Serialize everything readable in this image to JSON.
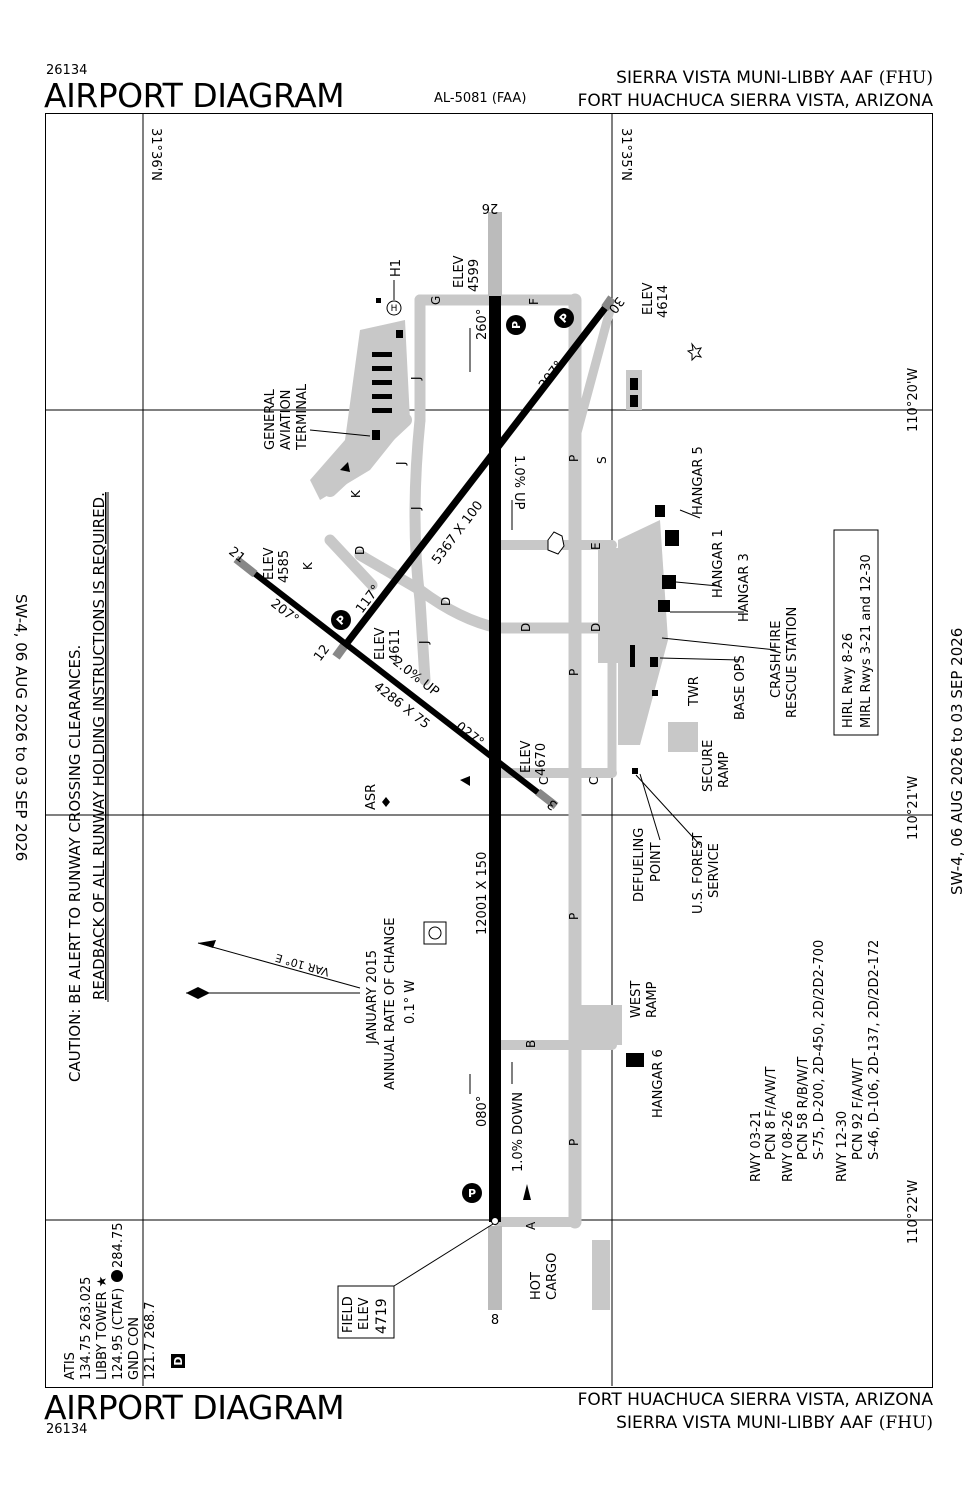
{
  "header": {
    "procedure_number": "26134",
    "title": "AIRPORT DIAGRAM",
    "chart_id": "AL-5081 (FAA)",
    "airport_name": "SIERRA VISTA MUNI-LIBBY AAF",
    "airport_ident": "(FHU)",
    "city_state": "FORT HUACHUCA SIERRA VISTA, ARIZONA"
  },
  "footer": {
    "procedure_number": "26134",
    "title": "AIRPORT DIAGRAM",
    "city_state": "FORT HUACHUCA SIERRA VISTA, ARIZONA",
    "airport_name": "SIERRA VISTA MUNI-LIBBY AAF",
    "airport_ident": "(FHU)"
  },
  "margin": {
    "left_dates": "SW-4, 06 AUG 2026  to  03 SEP 2026",
    "right_dates": "SW-4, 06 AUG 2026  to  03 SEP 2026"
  },
  "caution": {
    "line1": "CAUTION: BE ALERT TO RUNWAY CROSSING CLEARANCES.",
    "line2": "READBACK OF ALL RUNWAY HOLDING INSTRUCTIONS IS REQUIRED."
  },
  "coordinates": {
    "lat_left": "31°36'N",
    "lat_right": "31°35'N",
    "lon_1": "110°20'W",
    "lon_2": "110°21'W",
    "lon_3": "110°22'W"
  },
  "comms": {
    "atis_label": "ATIS",
    "atis_freqs": "134.75  263.025",
    "tower_label": "LIBBY TOWER ★",
    "tower_freqs": "124.95 (CTAF)",
    "tower_uhf": "284.75",
    "gnd_label": "GND CON",
    "gnd_freqs": "121.7  268.7",
    "class_airspace": "D"
  },
  "runways": {
    "rwy_8_26": {
      "end_a": "8",
      "end_b": "26",
      "dimensions": "12001 X 150",
      "hdg_west": "260°",
      "hdg_east": "080°",
      "grad_up": "1.0% UP",
      "grad_down": "1.0% DOWN"
    },
    "rwy_3_21": {
      "end_a": "3",
      "end_b": "21",
      "dimensions": "4286 X 75",
      "hdg_21": "207°",
      "hdg_3": "027°",
      "grad": "2.0% UP"
    },
    "rwy_12_30": {
      "end_a": "12",
      "end_b": "30",
      "dimensions": "5367 X 100",
      "hdg_30": "117°",
      "hdg_12": "297°"
    }
  },
  "elevations": {
    "rwy26": "4599",
    "rwy30": "4614",
    "rwy21": "4585",
    "rwy12": "4611",
    "rwy3": "4670",
    "field_label": "FIELD",
    "field_label2": "ELEV",
    "field_value": "4719",
    "elev_label": "ELEV"
  },
  "labels": {
    "general_aviation_terminal": "GENERAL AVIATION TERMINAL",
    "hangar5": "HANGAR 5",
    "hangar1": "HANGAR 1",
    "hangar3": "HANGAR 3",
    "crash_fire": "CRASH/FIRE RESCUE STATION",
    "twr": "TWR",
    "base_ops": "BASE OPS",
    "secure_ramp": "SECURE RAMP",
    "defueling_point": "DEFUELING POINT",
    "forest_service": "U.S. FOREST SERVICE",
    "west_ramp": "WEST RAMP",
    "hangar6": "HANGAR 6",
    "hot_cargo": "HOT CARGO",
    "asr": "ASR",
    "h1": "H1",
    "h": "H"
  },
  "taxiways": [
    "A",
    "B",
    "C",
    "D",
    "E",
    "F",
    "G",
    "J",
    "K",
    "P",
    "S"
  ],
  "lighting": {
    "hirl": "HIRL Rwy 8-26",
    "mirl": "MIRL Rwys 3-21 and 12-30"
  },
  "magvar": {
    "var": "VAR 10° E",
    "date": "JANUARY 2015",
    "rate_label": "ANNUAL RATE OF CHANGE",
    "rate_value": "0.1° W"
  },
  "pcn": {
    "rwy0321": "RWY 03-21",
    "rwy0321_pcn": "PCN 8 F/A/W/T",
    "rwy0826": "RWY 08-26",
    "rwy0826_pcn": "PCN 58 R/B/W/T",
    "rwy0826_s": "S-75, D-200, 2D-450, 2D/2D2-700",
    "rwy1230": "RWY 12-30",
    "rwy1230_pcn": "PCN 92 F/A/W/T",
    "rwy1230_s": "S-46, D-106, 2D-137, 2D/2D2-172"
  },
  "colors": {
    "taxiway": "#c8c8c8",
    "runway": "#000000",
    "ink": "#000000"
  }
}
